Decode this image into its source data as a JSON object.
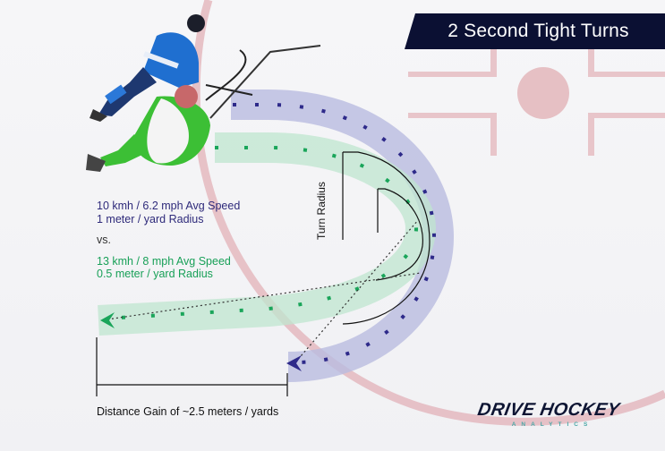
{
  "header": {
    "title": "2 Second Tight Turns"
  },
  "legend": {
    "blue_speed": "10 kmh / 6.2 mph Avg Speed",
    "blue_radius": "1 meter / yard Radius",
    "vs": "vs.",
    "green_speed": "13 kmh / 8 mph Avg Speed",
    "green_radius": "0.5 meter / yard Radius"
  },
  "annotations": {
    "turn_radius": "Turn Radius",
    "distance_gain": "Distance Gain of ~2.5 meters / yards"
  },
  "logo": {
    "main": "DRIVE HOCKEY",
    "sub": "ANALYTICS"
  },
  "colors": {
    "banner": "#0b1033",
    "blue_path": "#2e2a8a",
    "blue_band": "#b9bbe0",
    "green_path": "#1aa55a",
    "green_band": "#bfe6cf",
    "rink_red": "#e3b7bd",
    "logo_accent": "#4aa7a6"
  },
  "icons": {
    "blue_arrow": "chevron-left",
    "green_arrow": "chevron-left"
  }
}
